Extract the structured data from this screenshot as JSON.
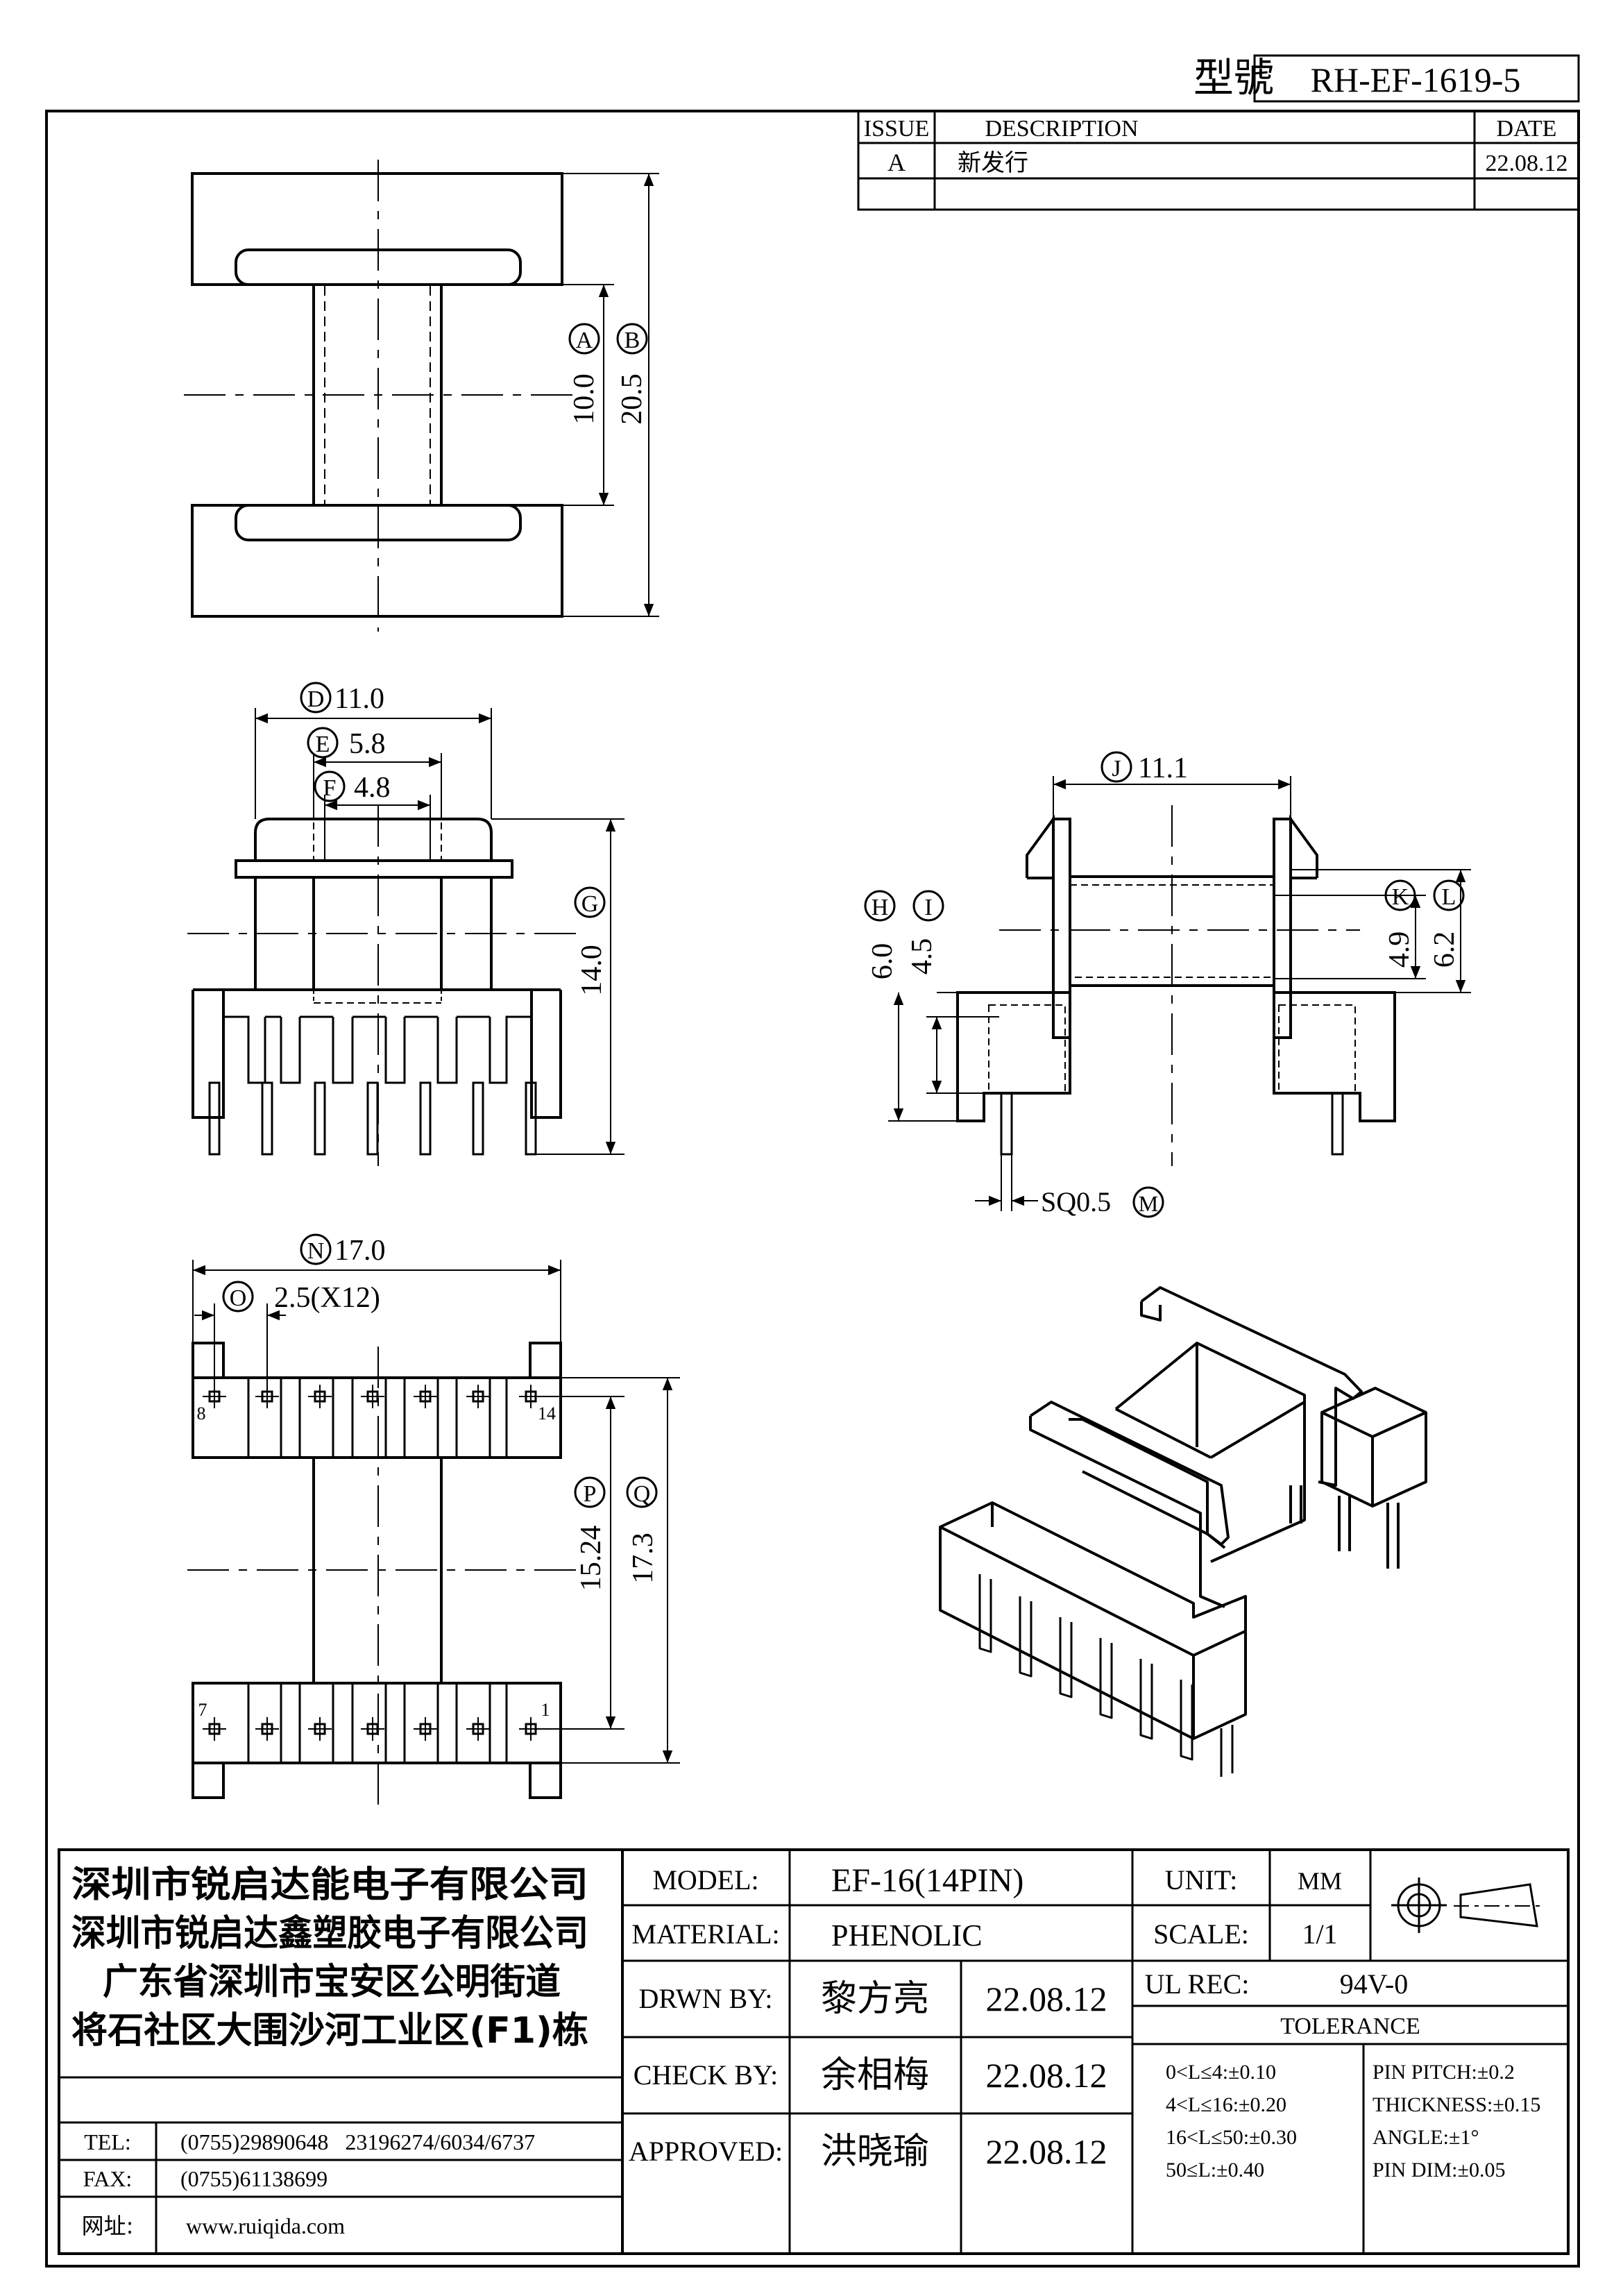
{
  "header": {
    "model_label": "型號",
    "model_no": "RH-EF-1619-5"
  },
  "revision": {
    "headers": [
      "ISSUE",
      "DESCRIPTION",
      "DATE"
    ],
    "rows": [
      {
        "issue": "A",
        "description": "新发行",
        "date": "22.08.12"
      }
    ]
  },
  "dimensions": {
    "A": {
      "letter": "A",
      "value": "10.0"
    },
    "B": {
      "letter": "B",
      "value": "20.5"
    },
    "D": {
      "letter": "D",
      "value": "11.0"
    },
    "E": {
      "letter": "E",
      "value": "5.8"
    },
    "F": {
      "letter": "F",
      "value": "4.8"
    },
    "G": {
      "letter": "G",
      "value": "14.0"
    },
    "H": {
      "letter": "H",
      "value": "6.0"
    },
    "I": {
      "letter": "I",
      "value": "4.5"
    },
    "J": {
      "letter": "J",
      "value": "11.1"
    },
    "K": {
      "letter": "K",
      "value": "4.9"
    },
    "L": {
      "letter": "L",
      "value": "6.2"
    },
    "M": {
      "letter": "M",
      "value": "SQ0.5"
    },
    "N": {
      "letter": "N",
      "value": "17.0"
    },
    "O": {
      "letter": "O",
      "value": "2.5(X12)"
    },
    "P": {
      "letter": "P",
      "value": "15.24"
    },
    "Q": {
      "letter": "Q",
      "value": "17.3"
    }
  },
  "pin_labels": {
    "top_left": "8",
    "top_right": "14",
    "bottom_left": "7",
    "bottom_right": "1"
  },
  "company": {
    "lines": [
      "深圳市锐启达能电子有限公司",
      "深圳市锐启达鑫塑胶电子有限公司",
      "广东省深圳市宝安区公明街道",
      "将石社区大围沙河工业区(F1)栋"
    ],
    "tel_label": "TEL:",
    "tel": "(0755)29890648   23196274/6034/6737",
    "fax_label": "FAX:",
    "fax": "(0755)61138699",
    "web_label": "网址:",
    "web": "www.ruiqida.com"
  },
  "title_block": {
    "model_label": "MODEL:",
    "model": "EF-16(14PIN)",
    "material_label": "MATERIAL:",
    "material": "PHENOLIC",
    "drawn_label": "DRWN BY:",
    "drawn_name": "黎方亮",
    "drawn_date": "22.08.12",
    "check_label": "CHECK BY:",
    "check_name": "余相梅",
    "check_date": "22.08.12",
    "approved_label": "APPROVED:",
    "approved_name": "洪晓瑜",
    "approved_date": "22.08.12",
    "unit_label": "UNIT:",
    "unit": "MM",
    "scale_label": "SCALE:",
    "scale": "1/1",
    "ul_label": "UL REC:",
    "ul": "94V-0",
    "tolerance_label": "TOLERANCE",
    "tolerances_left": [
      "0<L≤4:±0.10",
      "4<L≤16:±0.20",
      "16<L≤50:±0.30",
      "50≤L:±0.40"
    ],
    "tolerances_right": [
      "PIN PITCH:±0.2",
      "THICKNESS:±0.15",
      "ANGLE:±1°",
      "PIN DIM:±0.05"
    ]
  }
}
